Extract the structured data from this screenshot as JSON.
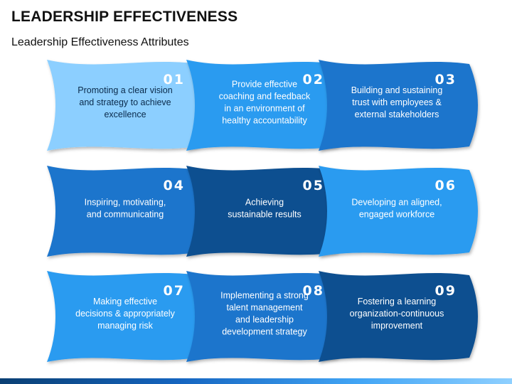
{
  "title": "LEADERSHIP EFFECTIVENESS",
  "subtitle": "Leadership Effectiveness Attributes",
  "colors": {
    "light": "#8ccfff",
    "mid": "#2b9bf0",
    "base": "#1c74cc",
    "dark": "#0e4f90",
    "text_dark": "#0a2a4a",
    "text_light": "#ffffff"
  },
  "cards": [
    {
      "number": "01",
      "lines": [
        "Promoting a clear vision",
        "and strategy to achieve",
        "excellence"
      ],
      "shade": "light"
    },
    {
      "number": "02",
      "lines": [
        "Provide effective",
        "coaching and feedback",
        "in an environment of",
        "healthy accountability"
      ],
      "shade": "mid"
    },
    {
      "number": "03",
      "lines": [
        "Building and sustaining",
        "trust with employees &",
        "external stakeholders"
      ],
      "shade": "base"
    },
    {
      "number": "04",
      "lines": [
        "Inspiring, motivating,",
        "and communicating"
      ],
      "shade": "base"
    },
    {
      "number": "05",
      "lines": [
        "Achieving",
        "sustainable results"
      ],
      "shade": "dark"
    },
    {
      "number": "06",
      "lines": [
        "Developing an aligned,",
        "engaged workforce"
      ],
      "shade": "mid"
    },
    {
      "number": "07",
      "lines": [
        "Making effective",
        "decisions & appropriately",
        "managing risk"
      ],
      "shade": "mid"
    },
    {
      "number": "08",
      "lines": [
        "Implementing a strong",
        "talent management",
        "and leadership",
        "development strategy"
      ],
      "shade": "base"
    },
    {
      "number": "09",
      "lines": [
        "Fostering a learning",
        "organization-continuous",
        "improvement"
      ],
      "shade": "dark"
    }
  ]
}
